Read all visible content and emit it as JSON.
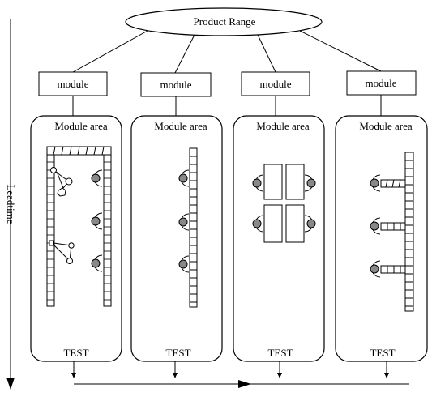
{
  "diagram": {
    "top_node": "Product Range",
    "axis_label": "Leadtime",
    "modules": [
      {
        "label": "module",
        "area_title": "Module area",
        "footer": "TEST"
      },
      {
        "label": "module",
        "area_title": "Module area",
        "footer": "TEST"
      },
      {
        "label": "module",
        "area_title": "Module area",
        "footer": "TEST"
      },
      {
        "label": "module",
        "area_title": "Module area",
        "footer": "TEST"
      }
    ]
  }
}
